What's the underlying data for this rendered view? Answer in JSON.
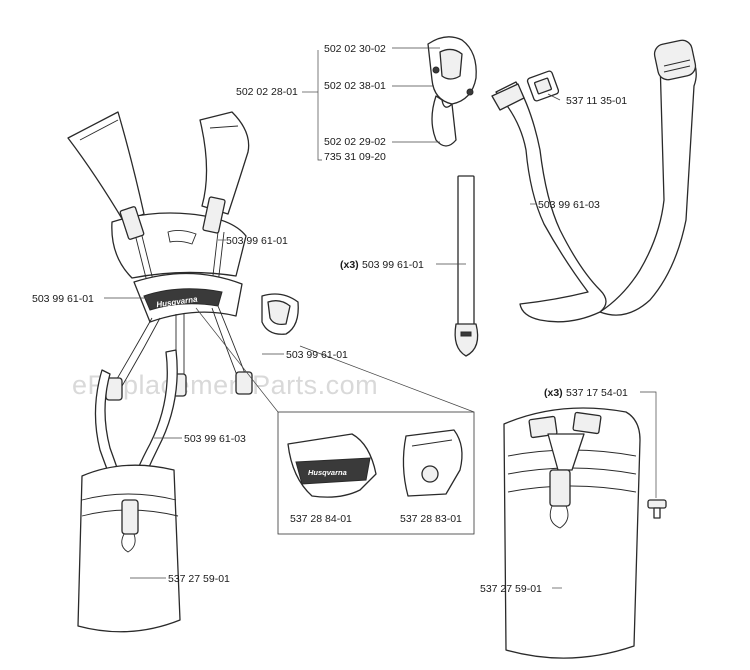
{
  "watermark": "eReplacementParts.com",
  "brand_logo": "Husqvarna",
  "labels": {
    "hook_kit": "502 02 28-01",
    "hook_top": "502 02 30-02",
    "hook_mid": "502 02 38-01",
    "hook_low": "502 02 29-02",
    "hook_bottom": "735 31 09-20",
    "buckle": "537 11 35-01",
    "pad_strap": "503 99 61-03",
    "strap_qty": "(x3)",
    "strap": "503 99 61-01",
    "harness_strap_upper": "503 99 61-01",
    "harness_strap_left": "503 99 61-01",
    "harness_strap_right": "503 99 61-01",
    "harness_pad": "503 99 61-03",
    "cover_left": "537 28 84-01",
    "cover_right": "537 28 83-01",
    "screw_qty": "(x3)",
    "screw": "537 17 54-01",
    "hip_pad_left": "537 27 59-01",
    "hip_pad_right": "537 27 59-01"
  }
}
